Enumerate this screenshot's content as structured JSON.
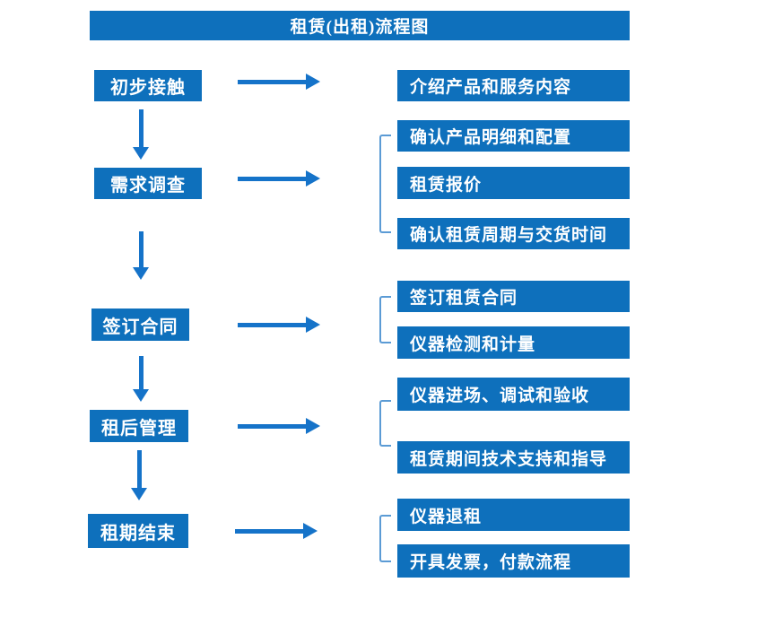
{
  "title": "租赁(出租)流程图",
  "colors": {
    "box_blue": "#0e70bc",
    "arrow_blue": "#1573c9",
    "bracket_blue": "#5b9bd5",
    "text_white": "#ffffff"
  },
  "left_steps": [
    {
      "label": "初步接触"
    },
    {
      "label": "需求调查"
    },
    {
      "label": "签订合同"
    },
    {
      "label": "租后管理"
    },
    {
      "label": "租期结束"
    }
  ],
  "right_boxes": [
    {
      "label": "介绍产品和服务内容"
    },
    {
      "label": "确认产品明细和配置"
    },
    {
      "label": "租赁报价"
    },
    {
      "label": "确认租赁周期与交货时间"
    },
    {
      "label": "签订租赁合同"
    },
    {
      "label": "仪器检测和计量"
    },
    {
      "label": "仪器进场、调试和验收"
    },
    {
      "label": "租赁期间技术支持和指导"
    },
    {
      "label": "仪器退租"
    },
    {
      "label": "开具发票，付款流程"
    }
  ]
}
